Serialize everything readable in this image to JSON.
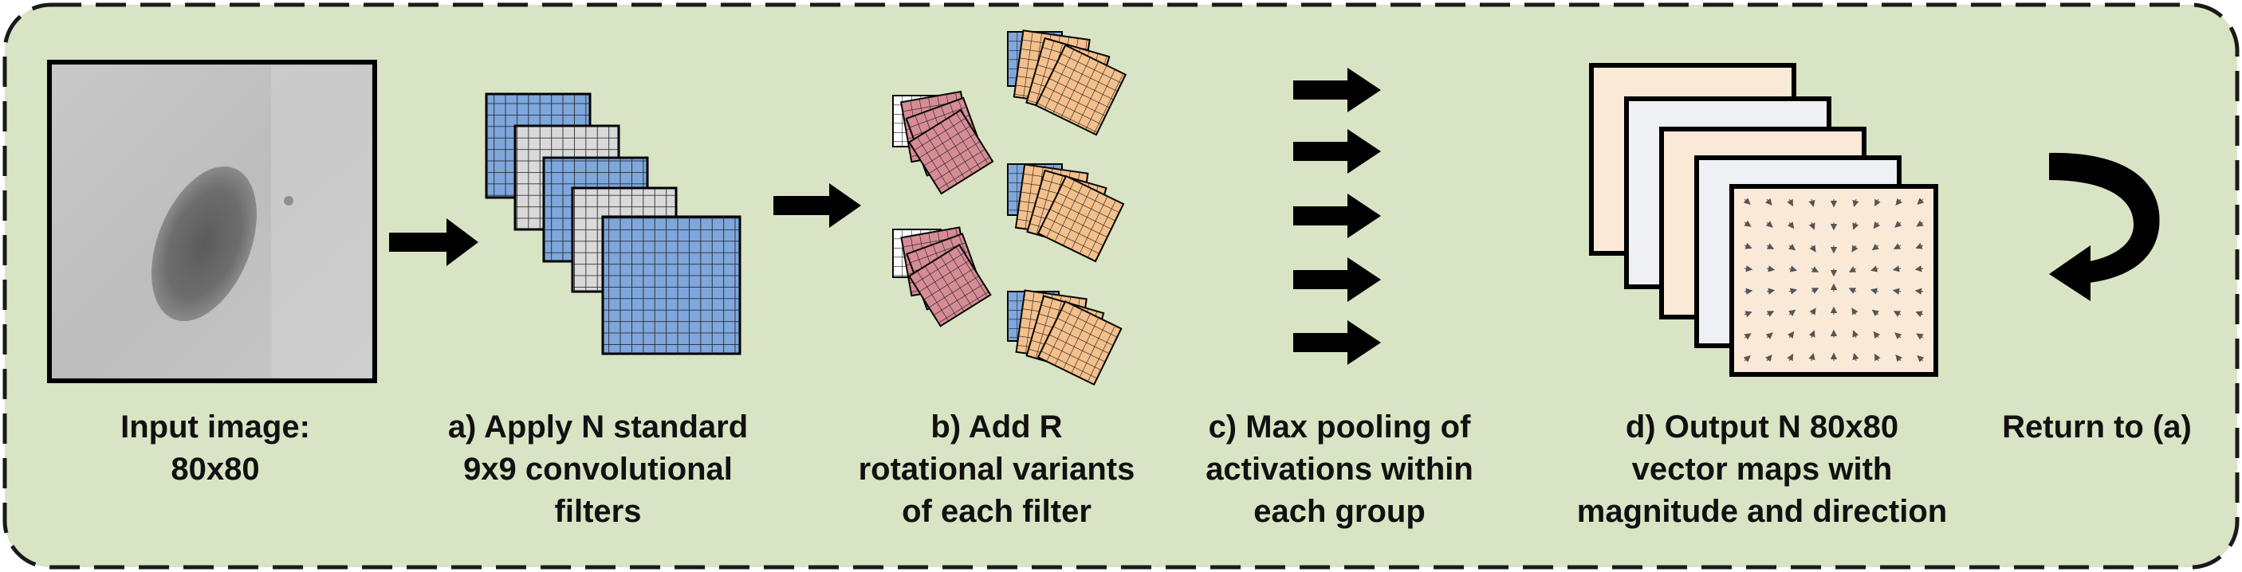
{
  "colors": {
    "panel_bg": "#d8e4c4",
    "panel_border": "#1a1a1a",
    "blue_filter": "#7fa7dc",
    "gray_filter": "#d9d9d9",
    "pink_filter": "#d68c95",
    "orange_filter": "#f4c08c",
    "map_cream": "#fbe9d8",
    "map_gray": "#eef0f3",
    "arrow": "#000000"
  },
  "steps": [
    {
      "id": "input",
      "lines": [
        "Input image:",
        "80x80"
      ]
    },
    {
      "id": "a",
      "lines": [
        "a) Apply N standard",
        "9x9 convolutional",
        "filters"
      ]
    },
    {
      "id": "b",
      "lines": [
        "b) Add R",
        "rotational variants",
        "of each filter"
      ]
    },
    {
      "id": "c",
      "lines": [
        "c) Max pooling of",
        "activations within",
        "each group"
      ]
    },
    {
      "id": "d",
      "lines": [
        "d) Output N 80x80",
        "vector maps with",
        "magnitude and direction"
      ]
    },
    {
      "id": "return",
      "lines": [
        "Return to (a)"
      ]
    }
  ],
  "icons": {
    "step_arrow": "right-arrow-icon",
    "return": "return-curved-arrow-icon"
  }
}
